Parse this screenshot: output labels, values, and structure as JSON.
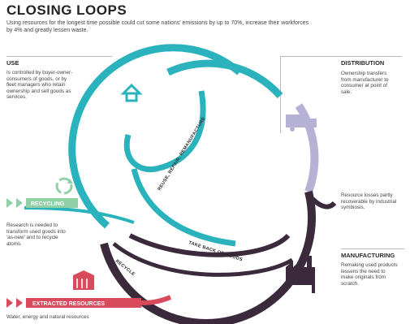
{
  "header": {
    "title": "CLOSING LOOPS",
    "subtitle": "Using resources for the longest time possible could cut some nations' emissions by up to 70%, increase their workforces by 4% and greatly lessen waste."
  },
  "sections": {
    "use": {
      "heading": "USE",
      "body": "Is controlled by buyer-owner-consumers of goods, or by fleet managers who retain ownership and sell goods as services."
    },
    "distribution": {
      "heading": "DISTRIBUTION",
      "body": "Ownership transfers from manufacturer to consumer at point of sale."
    },
    "recycling": {
      "heading": "RECYCLING",
      "body": "Research is needed to transform used goods into 'as-new' and to recycle atoms."
    },
    "resource": {
      "body": "Resource losses partly recoverable by industrial symbiosis."
    },
    "manufacturing": {
      "heading": "MANUFACTURING",
      "body": "Remaking used products lessens the need to make originals from scratch."
    },
    "extracted": {
      "heading": "EXTRACTED RESOURCES",
      "body": "Water, energy and natural resources"
    }
  },
  "loops": {
    "reuse_repair": "REUSE, REPAIR, REMANUFACTURE",
    "take_back": "TAKE BACK OF GOODS",
    "recycle": "RECYCLE"
  },
  "colors": {
    "teal": "#2ab3bd",
    "dark_purple": "#3a2a3c",
    "lavender": "#b5b2d6",
    "green": "#8fd0a6",
    "red": "#d84a5c",
    "text_dark": "#2a2a2a"
  },
  "icons": {
    "use": "house-icon",
    "distribution": "truck-icon",
    "recycling": "recycle-icon",
    "manufacturing": "factory-icon",
    "extraction": "mine-cart-icon"
  }
}
